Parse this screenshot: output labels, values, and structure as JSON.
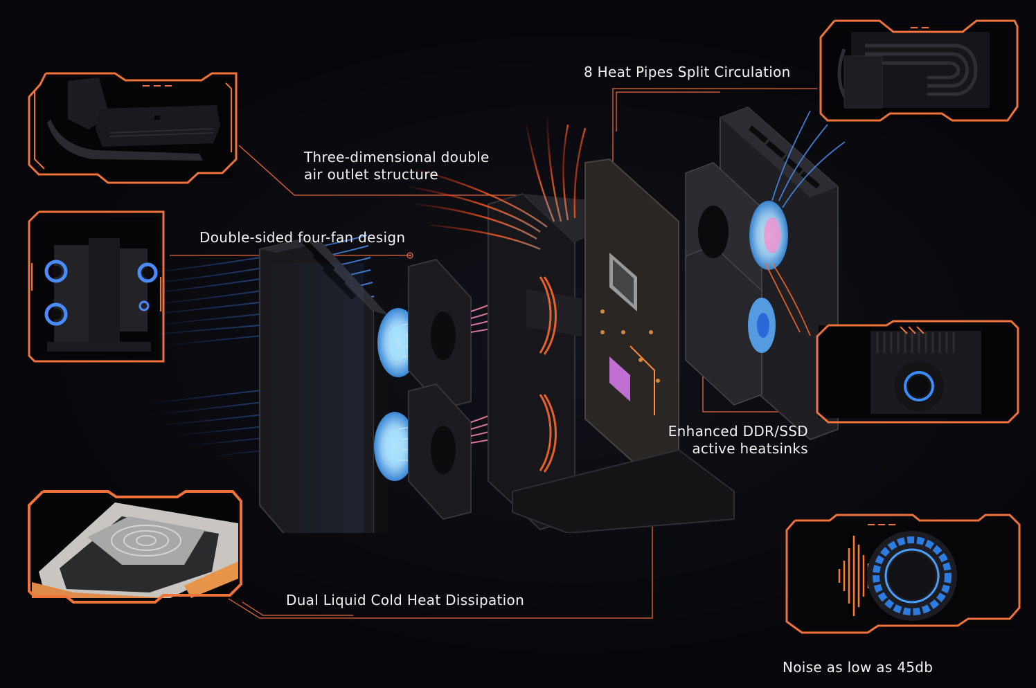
{
  "theme": {
    "accent": "#f0733a",
    "background": "#07070b",
    "airflow_cold": "#3a7fe0",
    "airflow_hot": "#ff5a1f"
  },
  "callouts": {
    "heat_pipes": "8 Heat Pipes Split Circulation",
    "air_outlet_line1": "Three-dimensional double",
    "air_outlet_line2": "air outlet structure",
    "four_fan": "Double-sided four-fan design",
    "ddr_ssd_line1": "Enhanced  DDR/SSD",
    "ddr_ssd_line2": "active heatsinks",
    "liquid_cold": "Dual Liquid Cold Heat Dissipation",
    "noise": "Noise as low as 45db"
  },
  "panels": [
    {
      "id": "air-outlet",
      "icon": "air-outlet-heatsink-image"
    },
    {
      "id": "four-fan",
      "icon": "four-fan-assembly-image"
    },
    {
      "id": "liquid-cold",
      "icon": "cpu-die-liquid-metal-image"
    },
    {
      "id": "heat-pipes",
      "icon": "heat-pipe-module-image"
    },
    {
      "id": "ddr-ssd",
      "icon": "ssd-heatsink-fan-image"
    },
    {
      "id": "noise",
      "icon": "noise-waveform-fan-image"
    }
  ]
}
